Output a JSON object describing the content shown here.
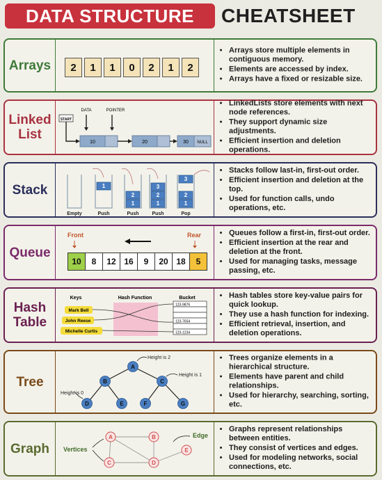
{
  "title": {
    "left": "DATA STRUCTURE",
    "right": "CHEATSHEET"
  },
  "colors": {
    "arrays": "#3f7a3a",
    "linked": "#a83240",
    "stack": "#2a2e5a",
    "queue": "#7a2a6a",
    "hash": "#6a2050",
    "tree": "#7a4a1a",
    "graph": "#5a6a30"
  },
  "sections": {
    "arrays": {
      "label": "Arrays",
      "values": [
        "2",
        "1",
        "1",
        "0",
        "2",
        "1",
        "2"
      ],
      "bullets": [
        "Arrays store multiple elements in contiguous memory.",
        "Elements are accessed by index.",
        "Arrays have a fixed or resizable size."
      ]
    },
    "linked": {
      "label1": "Linked",
      "label2": "List",
      "start": "START",
      "data": "DATA",
      "pointer": "POINTER",
      "nodes": [
        "10",
        "20",
        "30",
        "NULL"
      ],
      "bullets": [
        "LinkedLists store elements with next node references.",
        "They support dynamic size adjustments.",
        "Efficient insertion and deletion operations."
      ]
    },
    "stack": {
      "label": "Stack",
      "captions": [
        "Empty",
        "Push",
        "Push",
        "Push",
        "Pop"
      ],
      "bullets": [
        "Stacks follow last-in, first-out order.",
        "Efficient insertion and deletion at the top.",
        "Used for function calls, undo operations, etc."
      ]
    },
    "queue": {
      "label": "Queue",
      "front": "Front",
      "rear": "Rear",
      "values": [
        "10",
        "8",
        "12",
        "16",
        "9",
        "20",
        "18",
        "5"
      ],
      "bullets": [
        "Queues follow a first-in, first-out order.",
        "Efficient insertion at the rear and deletion at the front.",
        "Used for managing tasks, message passing, etc."
      ]
    },
    "hash": {
      "label1": "Hash",
      "label2": "Table",
      "keys_title": "Keys",
      "fn_title": "Hash Function",
      "bucket_title": "Bucket",
      "keys": [
        "Mark Bell",
        "John Reese",
        "Michelle Curtis"
      ],
      "buckets": [
        "123-9876",
        "123-7654",
        "123-1234"
      ],
      "bullets": [
        "Hash tables store key-value pairs for quick lookup.",
        "They use a hash function for indexing.",
        "Efficient retrieval, insertion, and deletion operations."
      ]
    },
    "tree": {
      "label": "Tree",
      "h2": "Height is 2",
      "h1": "Height is 1",
      "h0": "Height is 0",
      "nodes": [
        "A",
        "B",
        "C",
        "D",
        "E",
        "F",
        "G"
      ],
      "bullets": [
        "Trees organize elements in a hierarchical structure.",
        "Elements have parent and child relationships.",
        "Used for hierarchy, searching, sorting, etc."
      ]
    },
    "graph": {
      "label": "Graph",
      "vertices": "Vertices",
      "edge": "Edge",
      "nodes": [
        "A",
        "B",
        "C",
        "D",
        "E"
      ],
      "bullets": [
        "Graphs represent relationships between entities.",
        "They consist of vertices and edges.",
        "Used for modeling networks, social connections, etc."
      ]
    }
  }
}
